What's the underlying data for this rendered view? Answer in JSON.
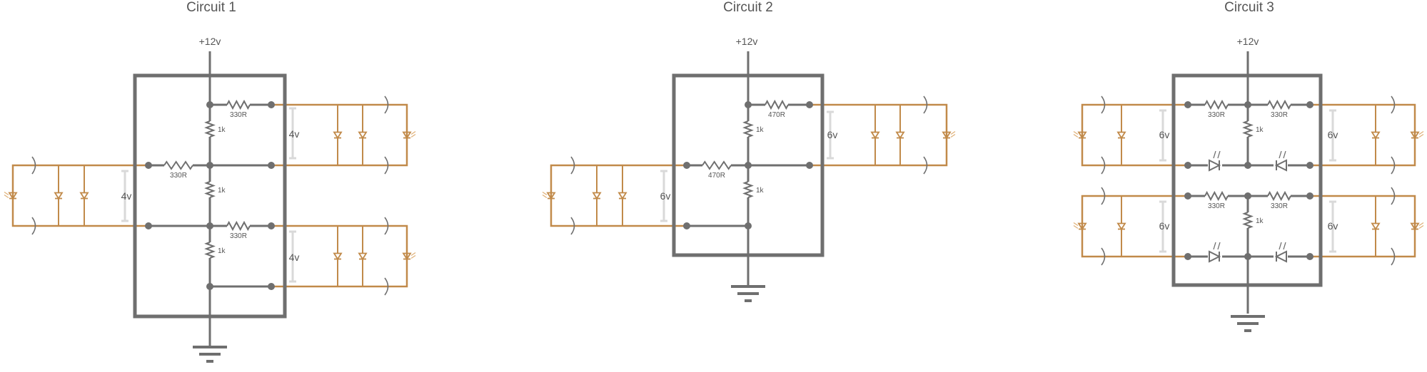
{
  "colors": {
    "wire": "#6f6f6f",
    "strip": "#c18a4a",
    "meter": "#d9d9d9",
    "text": "#555555"
  },
  "icons": [
    "resistor-icon",
    "led-icon",
    "led-light-icon",
    "ground-icon",
    "node-dot-icon",
    "wire-break-icon",
    "voltage-marker-icon"
  ],
  "circuits": [
    {
      "title": "Circuit 1",
      "supply": "+12v",
      "resistors": [
        "330R",
        "1k",
        "330R",
        "1k",
        "330R",
        "1k"
      ],
      "voltages": [
        "4v",
        "4v",
        "4v"
      ]
    },
    {
      "title": "Circuit 2",
      "supply": "+12v",
      "resistors": [
        "470R",
        "1k",
        "470R",
        "1k"
      ],
      "voltages": [
        "6v",
        "6v"
      ]
    },
    {
      "title": "Circuit 3",
      "supply": "+12v",
      "resistors": [
        "330R",
        "1k",
        "330R",
        "330R",
        "1k",
        "330R"
      ],
      "voltages": [
        "6v",
        "6v",
        "6v",
        "6v"
      ]
    }
  ]
}
